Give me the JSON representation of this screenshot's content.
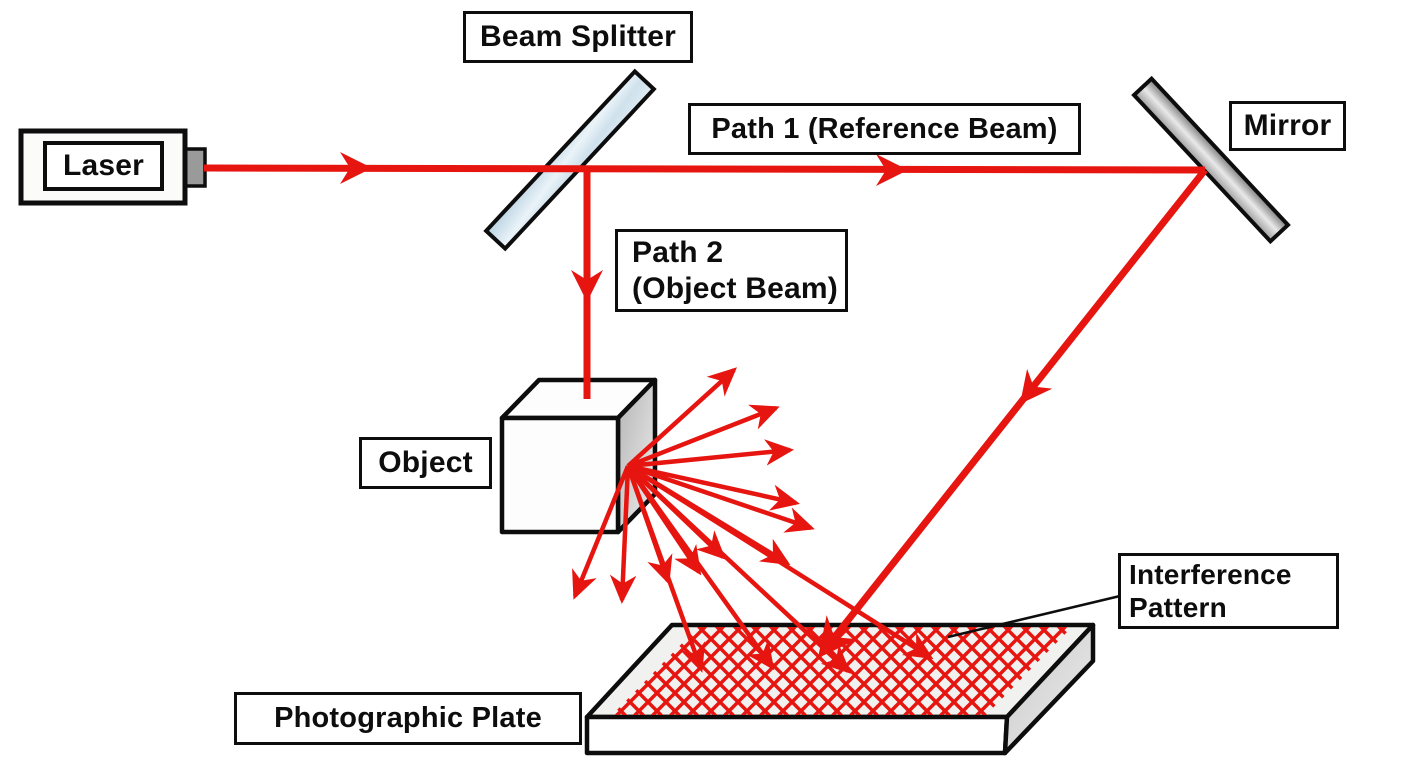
{
  "title": "Holography recording setup diagram",
  "colors": {
    "beam": "#e61510",
    "outline": "#0d0d0d",
    "plate_top": "#f1f1ef",
    "white_face": "#fdfdfd",
    "nozzle_gray": "#9a9a9a"
  },
  "labels": {
    "laser": "Laser",
    "beam_splitter": "Beam Splitter",
    "path1": "Path 1 (Reference Beam)",
    "path2_line1": "Path 2",
    "path2_line2": "(Object Beam)",
    "mirror": "Mirror",
    "object": "Object",
    "interference_line1": "Interference",
    "interference_line2": "Pattern",
    "photographic_plate": "Photographic Plate"
  }
}
